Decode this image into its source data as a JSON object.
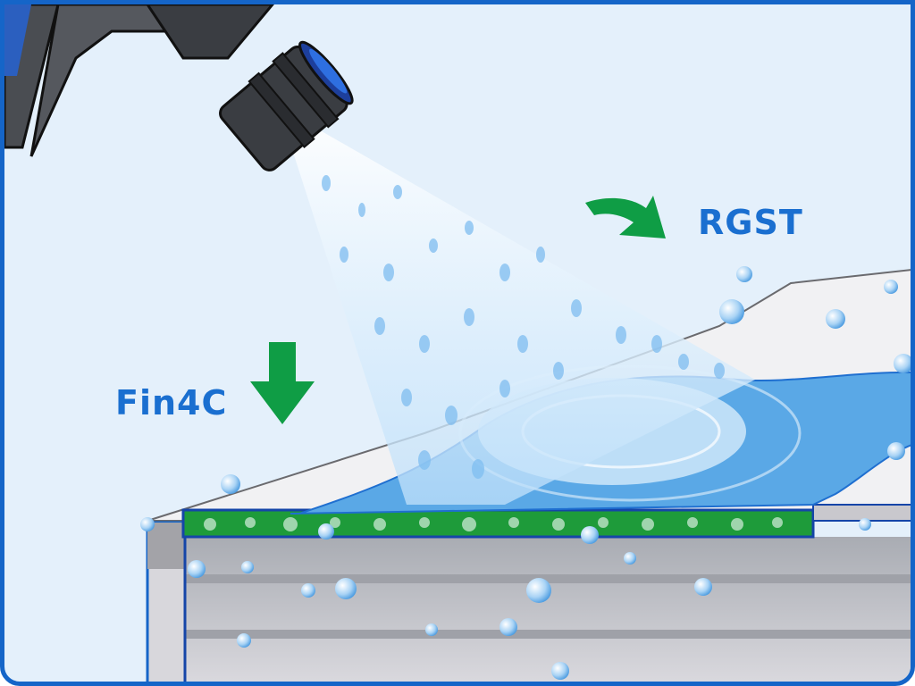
{
  "illustration": {
    "subject": "hose nozzle spraying water onto roof edge and gutter",
    "labels": [
      {
        "id": "top_right",
        "text": "RGST"
      },
      {
        "id": "left",
        "text": "Fin4C"
      }
    ],
    "arrows": [
      {
        "id": "curved-arrow",
        "direction": "down-right",
        "color": "#0f9d45"
      },
      {
        "id": "down-arrow",
        "direction": "down",
        "color": "#0f9d45"
      }
    ],
    "colors": {
      "background": "#e4f0fb",
      "frame_border": "#1565c8",
      "text": "#1a6fd0",
      "arrow": "#0f9d45",
      "gutter_strip": "#1e9b3a",
      "water": "#5aa8e6",
      "nozzle": "#3a3d42"
    }
  }
}
